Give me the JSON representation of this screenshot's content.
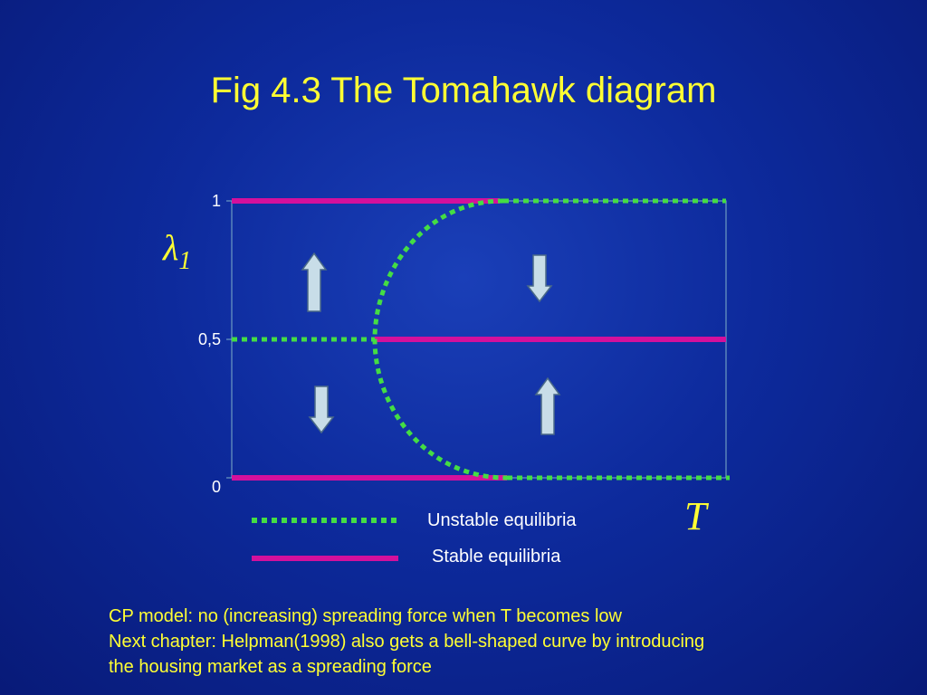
{
  "slide": {
    "title": "Fig 4.3 The Tomahawk diagram",
    "notes": [
      "CP model: no (increasing) spreading force when T becomes low",
      "Next chapter: Helpman(1998) also gets a bell-shaped curve by introducing",
      "the housing market as a spreading force"
    ]
  },
  "diagram": {
    "y_axis_label": "λ",
    "y_axis_subscript": "1",
    "x_axis_label": "T",
    "y_ticks": [
      "1",
      "0,5",
      "0"
    ],
    "legend": {
      "unstable": "Unstable equilibria",
      "stable": "Stable equilibria"
    },
    "arrows": [
      {
        "region": "upper-left",
        "direction": "up"
      },
      {
        "region": "upper-right",
        "direction": "down"
      },
      {
        "region": "lower-left",
        "direction": "down"
      },
      {
        "region": "lower-right",
        "direction": "up"
      }
    ],
    "colors": {
      "stable": "#d4109c",
      "unstable": "#44dd44",
      "title": "#ffff33",
      "arrow_fill": "#c8dde8"
    }
  }
}
